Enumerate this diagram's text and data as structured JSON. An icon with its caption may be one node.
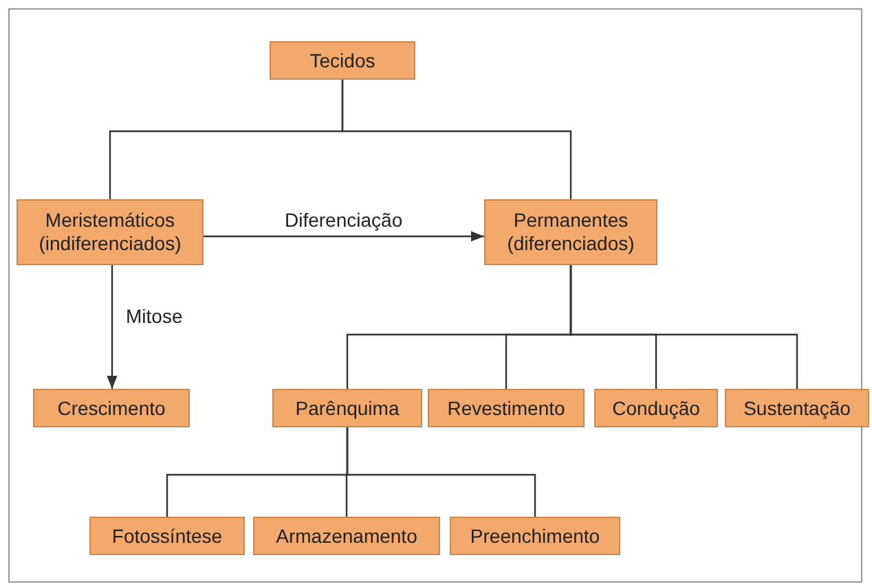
{
  "diagram": {
    "nodes": [
      {
        "text": [
          "Tecidos"
        ]
      },
      {
        "text": [
          "Meristemáticos (indiferenciados)"
        ]
      },
      {
        "text": [
          "Permanentes (diferenciados)"
        ]
      },
      {
        "text": [
          "Crescimento"
        ]
      },
      {
        "text": [
          "Parênquima"
        ]
      },
      {
        "text": [
          "Revestimento"
        ]
      },
      {
        "text": [
          "Condução"
        ]
      },
      {
        "text": [
          "Sustentação"
        ]
      },
      {
        "text": [
          "Fotossíntese"
        ]
      },
      {
        "text": [
          "Armazenamento"
        ]
      },
      {
        "text": [
          "Preenchimento"
        ]
      }
    ],
    "edges": [
      {
        "from": 0,
        "to": 1,
        "arrow": "none"
      },
      {
        "from": 0,
        "to": 2,
        "arrow": "none"
      },
      {
        "from": 1,
        "to": 2,
        "arrow": "to",
        "label": "Diferenciação"
      },
      {
        "from": 1,
        "to": 3,
        "arrow": "to",
        "label": "Mitose"
      },
      {
        "from": 2,
        "to": 4,
        "arrow": "none"
      },
      {
        "from": 2,
        "to": 5,
        "arrow": "none"
      },
      {
        "from": 2,
        "to": 6,
        "arrow": "none"
      },
      {
        "from": 2,
        "to": 7,
        "arrow": "none"
      },
      {
        "from": 4,
        "to": 8,
        "arrow": "none"
      },
      {
        "from": 4,
        "to": 9,
        "arrow": "none"
      },
      {
        "from": 4,
        "to": 10,
        "arrow": "none"
      }
    ]
  }
}
